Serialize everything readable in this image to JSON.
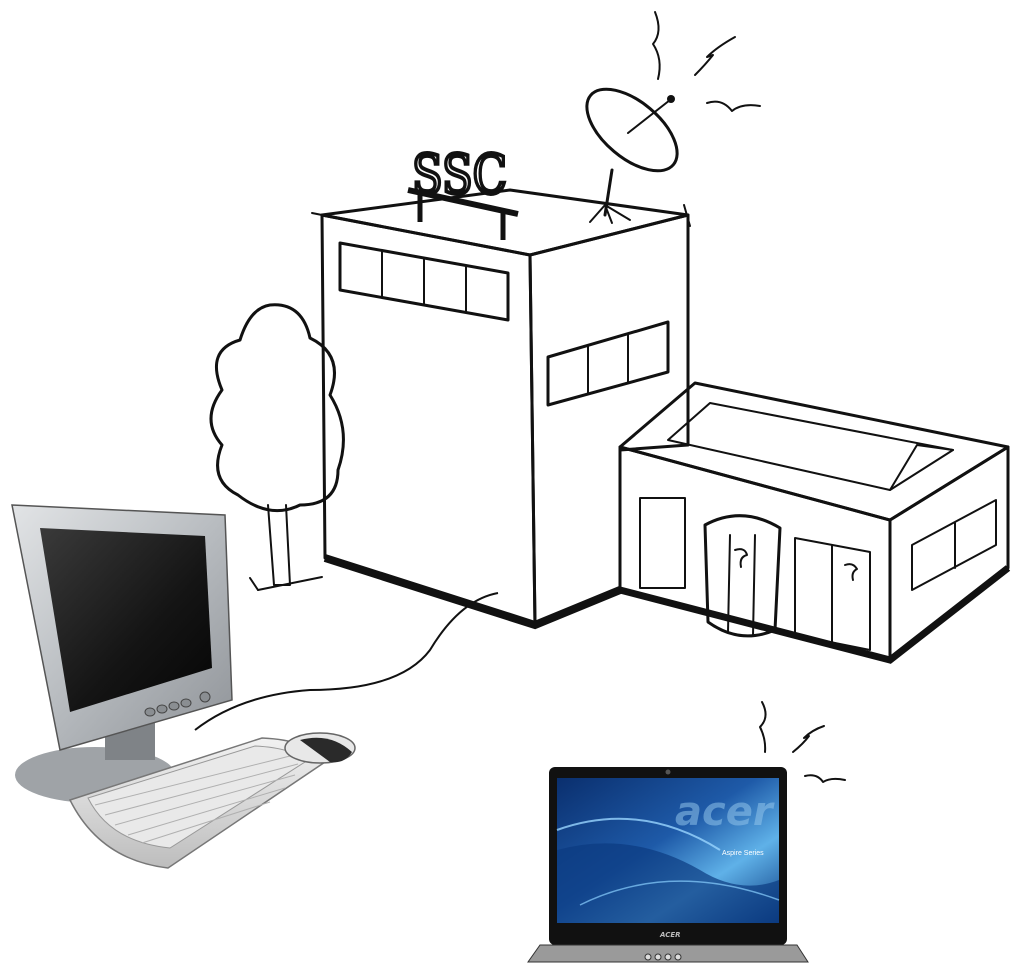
{
  "building": {
    "sign_text": "SSC"
  },
  "laptop": {
    "screen_logo": "acer",
    "screen_tagline": "Aspire Series",
    "bezel_logo": "ACER"
  },
  "colors": {
    "tree_green": "#1f6b1f",
    "building_front": "#ffffff",
    "building_side": "#d7d7d7",
    "ink": "#111111",
    "monitor_silver": "#bfc2c5",
    "laptop_screen": "#1e5aa8"
  }
}
